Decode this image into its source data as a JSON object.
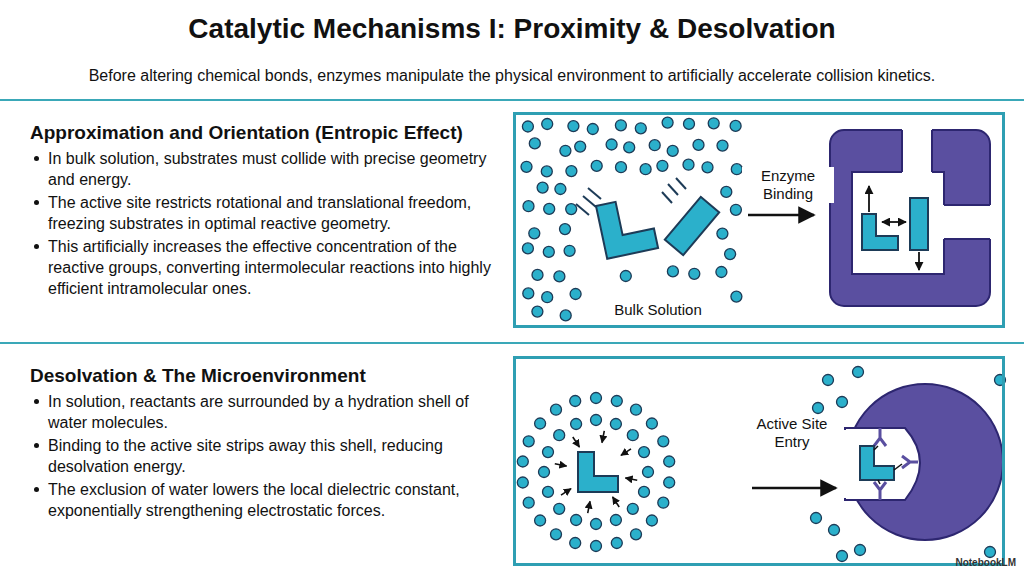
{
  "diagram": {
    "title": "Catalytic Mechanisms I: Proximity & Desolvation",
    "nodes": [
      {
        "text": [
          "Enzyme Binding",
          "Bulk Solution"
        ]
      },
      {
        "text": [
          "Active Site Entry"
        ]
      }
    ],
    "labels": [
      "Before altering chemical bonds, enzymes manipulate the physical environment to artificially accelerate collision kinetics.",
      "Approximation and Orientation (Entropic Effect)",
      "In bulk solution, substrates must collide with precise geometry and energy.",
      "The active site restricts rotational and translational freedom, freezing substrates in optimal reactive geometry.",
      "This artificially increases the effective concentration of the reactive groups, converting intermolecular reactions into highly efficient intramolecular ones.",
      "Desolvation & The Microenvironment",
      "In solution, reactants are surrounded by a hydration shell of water molecules.",
      "Binding to the active site strips away this shell, reducing desolvation energy.",
      "The exclusion of water lowers the local dielectric constant, exponentially strengthening electrostatic forces.",
      "NotebookLM"
    ]
  }
}
